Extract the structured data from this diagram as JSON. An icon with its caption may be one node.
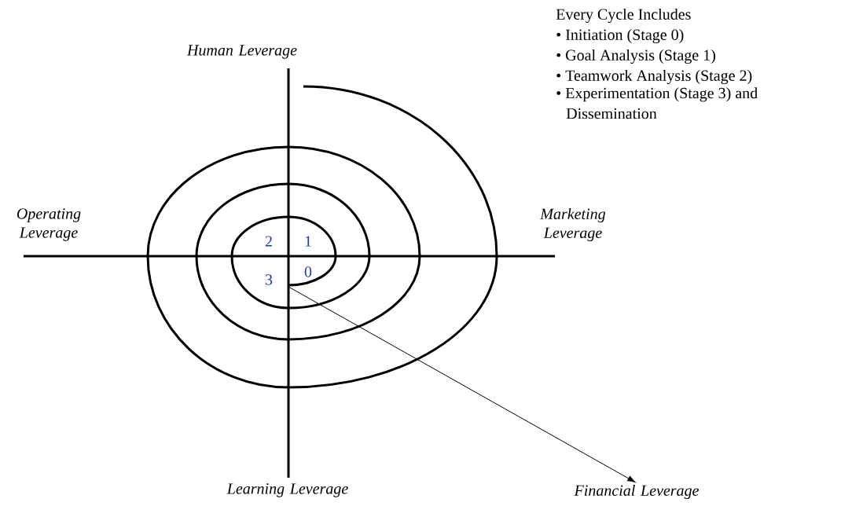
{
  "diagram": {
    "nodes": [
      {
        "text": [
          "Human Leverage"
        ]
      },
      {
        "text": [
          "Operating Leverage"
        ]
      },
      {
        "text": [
          "Marketing Leverage"
        ]
      },
      {
        "text": [
          "Learning Leverage"
        ]
      },
      {
        "text": [
          "Financial Leverage"
        ]
      }
    ],
    "edges": [
      {
        "from": null,
        "to": 4,
        "arrow": "to"
      }
    ],
    "labels": [
      "Every Cycle Includes",
      "• Initiation (Stage 0)",
      "• Goal Analysis (Stage 1)",
      "• Teamwork Analysis (Stage 2)",
      "• Experimentation (Stage 3) and Dissemination",
      "2",
      "1",
      "3",
      "0"
    ]
  }
}
